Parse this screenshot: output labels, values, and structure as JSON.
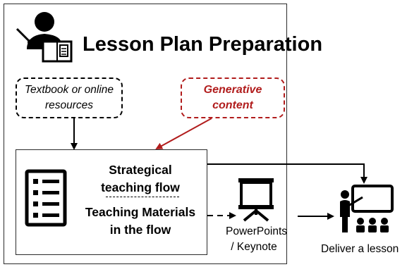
{
  "title": "Lesson Plan Preparation",
  "sources": {
    "textbook_line1": "Textbook or online",
    "textbook_line2": "resources",
    "generative_line1": "Generative",
    "generative_line2": "content"
  },
  "plan_box": {
    "flow_line1": "Strategical",
    "flow_line2": "teaching flow",
    "materials_line1": "Teaching Materials",
    "materials_line2": "in the flow"
  },
  "slides": {
    "line1": "PowerPoints",
    "line2": "/ Keynote"
  },
  "deliver": "Deliver a lesson",
  "colors": {
    "generative": "#b11c1c",
    "ink": "#000000"
  },
  "icons": [
    "teacher-reading-icon",
    "checklist-icon",
    "presentation-screen-icon",
    "teacher-classroom-icon"
  ]
}
